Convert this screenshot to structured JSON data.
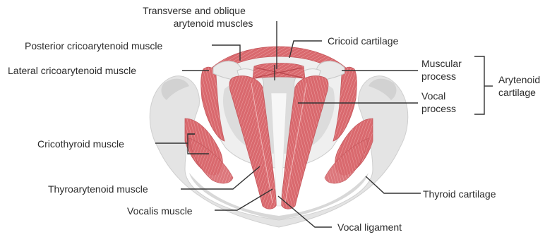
{
  "labels": {
    "transverse_oblique_line1": "Transverse and oblique",
    "transverse_oblique_line2": "arytenoid muscles",
    "cricoid_cartilage": "Cricoid cartilage",
    "posterior_cricoarytenoid": "Posterior cricoarytenoid muscle",
    "lateral_cricoarytenoid": "Lateral cricoarytenoid muscle",
    "muscular_process_line1": "Muscular",
    "muscular_process_line2": "process",
    "vocal_process_line1": "Vocal",
    "vocal_process_line2": "process",
    "arytenoid_line1": "Arytenoid",
    "arytenoid_line2": "cartilage",
    "cricothyroid": "Cricothyroid muscle",
    "thyroarytenoid": "Thyroarytenoid muscle",
    "thyroid_cartilage": "Thyroid cartilage",
    "vocalis": "Vocalis muscle",
    "vocal_ligament": "Vocal ligament"
  },
  "colors": {
    "muscle": "#d9696e",
    "muscle_dark": "#b9474d",
    "muscle_light": "#ec9a9c",
    "cartilage": "#e2e2e2",
    "cartilage_shade": "#c9c9c9",
    "leader": "#333333",
    "text": "#2b2b2b"
  }
}
